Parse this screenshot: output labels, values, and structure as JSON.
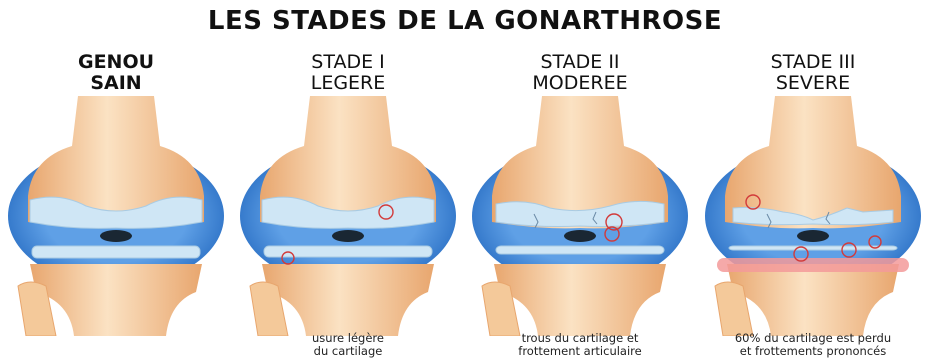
{
  "title": "LES STADES DE LA GONARTHROSE",
  "stages": [
    {
      "line1": "GENOU",
      "line2": "SAIN",
      "bold": true,
      "caption1": "",
      "caption2": "",
      "damage": "none"
    },
    {
      "line1": "STADE I",
      "line2": "LEGERE",
      "bold": false,
      "caption1": "usure légère",
      "caption2": "du cartilage",
      "damage": "mild"
    },
    {
      "line1": "STADE II",
      "line2": "MODEREE",
      "bold": false,
      "caption1": "trous du cartilage et",
      "caption2": "frottement articulaire",
      "damage": "moderate"
    },
    {
      "line1": "STADE III",
      "line2": "SEVERE",
      "bold": false,
      "caption1": "60% du cartilage est perdu",
      "caption2": "et frottements prononcés",
      "damage": "severe"
    }
  ],
  "colors": {
    "bone": "#f4c99a",
    "bone_shadow": "#e8a66e",
    "capsule": "#2a6fc4",
    "cartilage": "#cfe6f5",
    "inflammation": "#f39a9a",
    "marker": "#d23a3a"
  }
}
